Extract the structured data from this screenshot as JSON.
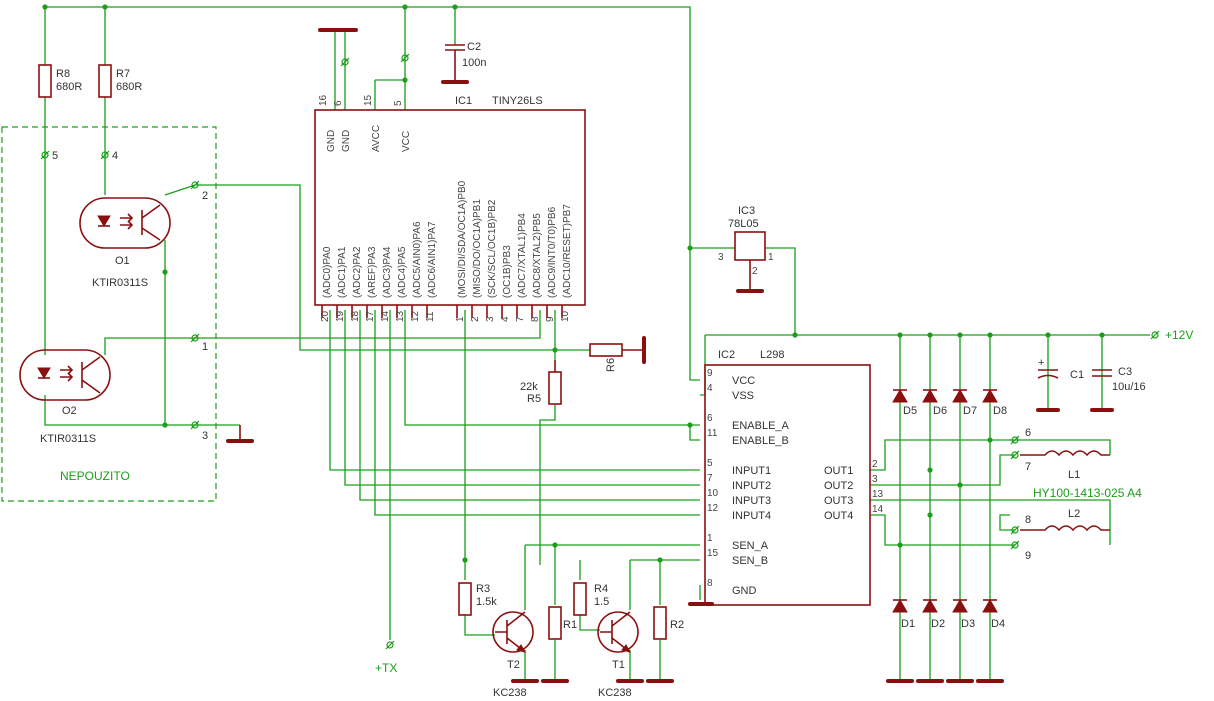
{
  "ic1": {
    "name": "IC1",
    "value": "TINY26LS",
    "top_pins": [
      {
        "num": "16",
        "label": "GND"
      },
      {
        "num": "6",
        "label": "GND"
      },
      {
        "num": "15",
        "label": "AVCC"
      },
      {
        "num": "5",
        "label": "VCC"
      }
    ],
    "bottom_pins": [
      {
        "num": "20",
        "label": "(ADC0)PA0"
      },
      {
        "num": "19",
        "label": "(ADC1)PA1"
      },
      {
        "num": "18",
        "label": "(ADC2)PA2"
      },
      {
        "num": "17",
        "label": "(AREF)PA3"
      },
      {
        "num": "14",
        "label": "(ADC3)PA4"
      },
      {
        "num": "13",
        "label": "(ADC4)PA5"
      },
      {
        "num": "12",
        "label": "(ADC5/AIN0)PA6"
      },
      {
        "num": "11",
        "label": "(ADC6/AIN1)PA7"
      },
      {
        "num": "1",
        "label": "(MOSI/DI/SDA/OC1A)PB0"
      },
      {
        "num": "2",
        "label": "(MISO/DO/OC1A)PB1"
      },
      {
        "num": "3",
        "label": "(SCK/SCL/OC1B)PB2"
      },
      {
        "num": "4",
        "label": "(OC1B)PB3"
      },
      {
        "num": "7",
        "label": "(ADC7/XTAL1)PB4"
      },
      {
        "num": "8",
        "label": "(ADC8/XTAL2)PB5"
      },
      {
        "num": "9",
        "label": "(ADC9/INT0/T0)PB6"
      },
      {
        "num": "10",
        "label": "(ADC10/RESET)PB7"
      }
    ]
  },
  "ic2": {
    "name": "IC2",
    "value": "L298",
    "left_pins": [
      {
        "num": "9",
        "label": "VCC"
      },
      {
        "num": "4",
        "label": "VSS"
      },
      {
        "num": "6",
        "label": "ENABLE_A"
      },
      {
        "num": "11",
        "label": "ENABLE_B"
      },
      {
        "num": "5",
        "label": "INPUT1"
      },
      {
        "num": "7",
        "label": "INPUT2"
      },
      {
        "num": "10",
        "label": "INPUT3"
      },
      {
        "num": "12",
        "label": "INPUT4"
      },
      {
        "num": "1",
        "label": "SEN_A"
      },
      {
        "num": "15",
        "label": "SEN_B"
      },
      {
        "num": "8",
        "label": "GND"
      }
    ],
    "right_pins": [
      {
        "num": "2",
        "label": "OUT1"
      },
      {
        "num": "3",
        "label": "OUT2"
      },
      {
        "num": "13",
        "label": "OUT3"
      },
      {
        "num": "14",
        "label": "OUT4"
      }
    ]
  },
  "ic3": {
    "name": "IC3",
    "value": "78L05",
    "pins": [
      "3",
      "2",
      "1"
    ]
  },
  "resistors": [
    {
      "name": "R8",
      "value": "680R"
    },
    {
      "name": "R7",
      "value": "680R"
    },
    {
      "name": "R6",
      "value": ""
    },
    {
      "name": "R5",
      "value": "22k"
    },
    {
      "name": "R3",
      "value": "1.5k"
    },
    {
      "name": "R4",
      "value": "1.5"
    },
    {
      "name": "R1",
      "value": ""
    },
    {
      "name": "R2",
      "value": ""
    }
  ],
  "capacitors": [
    {
      "name": "C2",
      "value": "100n"
    },
    {
      "name": "C1",
      "value": ""
    },
    {
      "name": "C3",
      "value": "10u/16"
    }
  ],
  "opto": [
    {
      "name": "O1",
      "value": "KTIR0311S"
    },
    {
      "name": "O2",
      "value": "KTIR0311S"
    }
  ],
  "transistors": [
    {
      "name": "T2",
      "value": "KC238"
    },
    {
      "name": "T1",
      "value": "KC238"
    }
  ],
  "diodes": [
    "D5",
    "D6",
    "D7",
    "D8",
    "D1",
    "D2",
    "D3",
    "D4"
  ],
  "coils": [
    {
      "name": "L1"
    },
    {
      "name": "L2"
    }
  ],
  "motor_label": "HY100-1413-025 A4",
  "connector_pins": [
    "5",
    "4",
    "2",
    "1",
    "3",
    "6",
    "7",
    "8",
    "9"
  ],
  "net_labels": {
    "v12": "+12V",
    "tx": "+TX"
  },
  "region_label": "NEPOUZITO",
  "colors": {
    "wire": "#1a9f1a",
    "part": "#8a1010",
    "text": "#333333"
  }
}
